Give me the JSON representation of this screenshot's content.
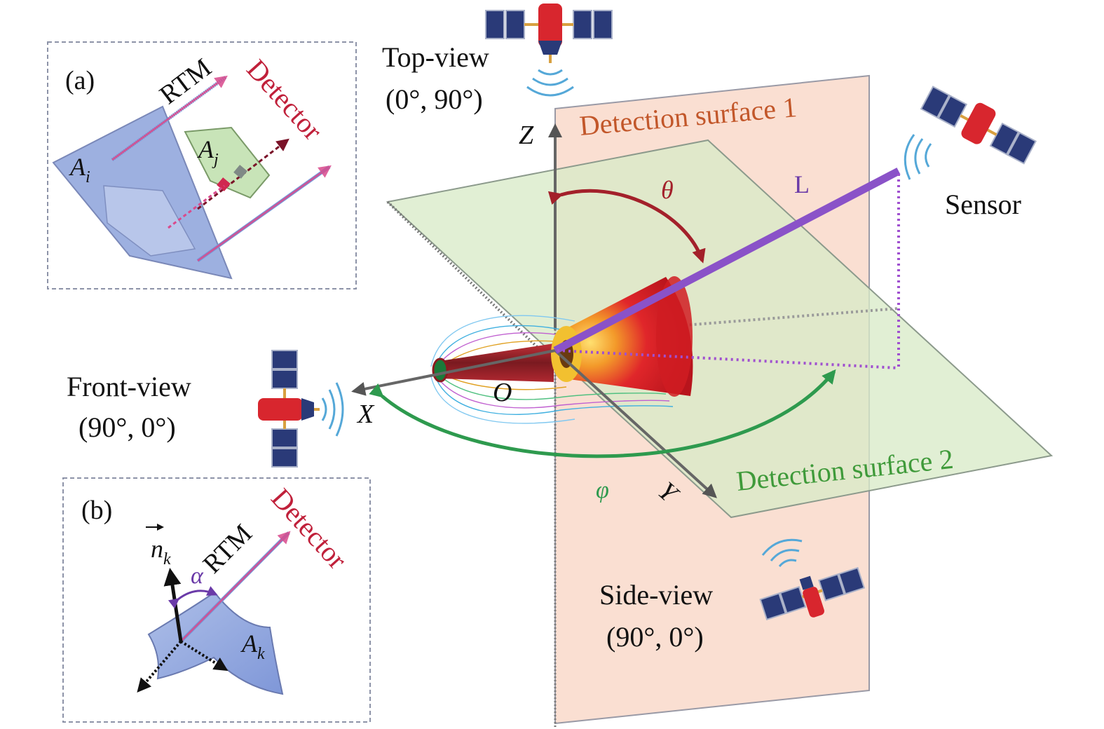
{
  "panel_a": {
    "tag": "(a)",
    "rtm": "RTM",
    "detector": "Detector",
    "ai_base": "A",
    "ai_sub": "i",
    "aj_base": "A",
    "aj_sub": "j"
  },
  "panel_b": {
    "tag": "(b)",
    "rtm": "RTM",
    "detector": "Detector",
    "nk_base": "n",
    "nk_sub": "k",
    "alpha": "α",
    "ak_base": "A",
    "ak_sub": "k"
  },
  "views": {
    "top_title": "Top-view",
    "top_angles": "(0°, 90°)",
    "front_title": "Front-view",
    "front_angles": "(90°, 0°)",
    "side_title": "Side-view",
    "side_angles": "(90°, 0°)",
    "sensor": "Sensor"
  },
  "surfaces": {
    "surface1": "Detection surface 1",
    "surface2": "Detection surface 2"
  },
  "axes": {
    "x": "X",
    "y": "Y",
    "z": "Z",
    "origin": "O",
    "theta": "θ",
    "phi": "φ",
    "los": "L"
  },
  "colors": {
    "surface1_fill": "#fadfd2",
    "surface2_fill": "#d9ebc8",
    "theta_arc": "#a3202a",
    "phi_arc": "#2e9a4e",
    "los_line": "#8a52c8",
    "detector_text": "#c0203a",
    "surface1_text": "#c2572a",
    "surface2_text": "#3f9a3a",
    "panel_fill": "#9db0e0",
    "satellite_panel": "#2a3a78",
    "satellite_body": "#d8262e"
  }
}
